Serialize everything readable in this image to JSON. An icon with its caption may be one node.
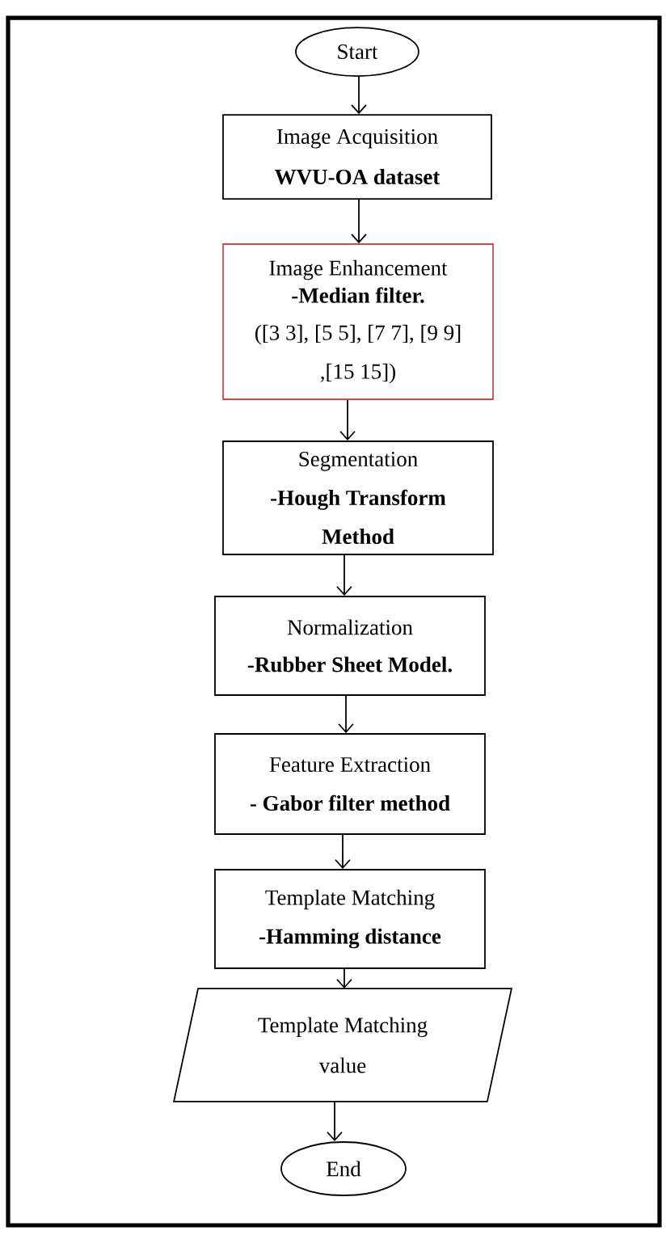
{
  "diagram": {
    "nodes": [
      {
        "text": [
          "Start"
        ]
      },
      {
        "text": [
          "Image Acquisition",
          "WVU-OA dataset"
        ]
      },
      {
        "text": [
          "Image Enhancement",
          "-Median filter.",
          "([3 3], [5 5], [7 7], [9 9] ,[15 15])"
        ]
      },
      {
        "text": [
          "Segmentation",
          "-Hough Transform Method"
        ]
      },
      {
        "text": [
          "Normalization",
          "-Rubber Sheet Model."
        ]
      },
      {
        "text": [
          "Feature Extraction",
          "- Gabor filter method"
        ]
      },
      {
        "text": [
          "Template Matching",
          "-Hamming distance"
        ]
      },
      {
        "text": [
          "Template Matching value"
        ]
      },
      {
        "text": [
          "End"
        ]
      }
    ],
    "edges": [
      {
        "from": 0,
        "to": 1,
        "arrow": "to"
      },
      {
        "from": 1,
        "to": 2,
        "arrow": "to"
      },
      {
        "from": 2,
        "to": 3,
        "arrow": "to"
      },
      {
        "from": 3,
        "to": 4,
        "arrow": "to"
      },
      {
        "from": 4,
        "to": 5,
        "arrow": "to"
      },
      {
        "from": 5,
        "to": 6,
        "arrow": "to"
      },
      {
        "from": 6,
        "to": 7,
        "arrow": "to"
      },
      {
        "from": 7,
        "to": 8,
        "arrow": "to"
      }
    ]
  }
}
